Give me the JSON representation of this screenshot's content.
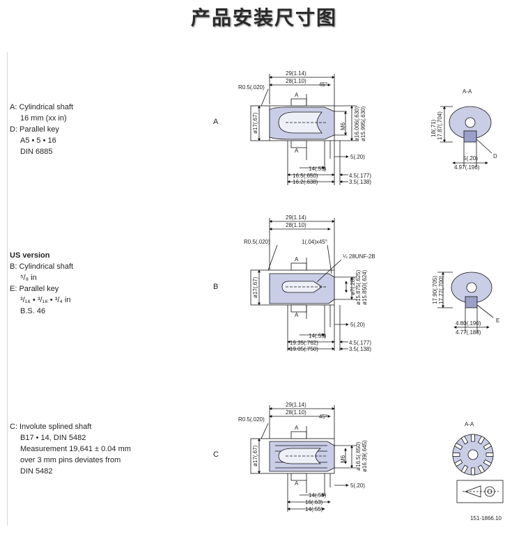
{
  "title": "产品安装尺寸图",
  "sections": [
    {
      "letter": "A",
      "lines": [
        "A: Cylindrical shaft",
        "16 mm (xx in)",
        "D: Parallel key",
        "A5 • 5 • 16",
        "DIN 6885"
      ],
      "dims": {
        "length_top": "29(1.14)",
        "length_bot": "28(1.10)",
        "radius": "R0.5(.020)",
        "chamfer": "45°",
        "section": "A",
        "dia_body": "ø17(.67)",
        "thread": "M6",
        "dia_shaft_1": "ø16.006(.630)",
        "dia_shaft_2": "ø15.995(.630)",
        "d5": "5(.20)",
        "d14": "14(.55)",
        "len1": "16.5(.650)",
        "len2": "16.2(.638)",
        "d45": "4.5(.177)",
        "d35": "3.5(.138)"
      },
      "view": {
        "label": "A-A",
        "h1": "18(.71)",
        "h2": "17.87(.704)",
        "w1": "5(.20)",
        "w2": "4.97(.196)",
        "key": "D"
      }
    },
    {
      "letter": "B",
      "lines": [
        "US version",
        "B: Cylindrical shaft",
        "⁵/₈ in",
        "E: Parallel key",
        "³/₁₆ • ³/₁₆ • ³/₄ in",
        "B.S. 46"
      ],
      "dims": {
        "length_top": "29(1.14)",
        "length_bot": "28(1.10)",
        "radius": "R0.5(.020)",
        "chamfer": "1(.04)x45°",
        "thread": "¼ 28UNF-2B",
        "section": "A",
        "dia_body": "ø17(.67)",
        "dia_inner": "ø7(.28)",
        "dia_shaft_1": "ø15.875(.625)",
        "dia_shaft_2": "ø15.850(.624)",
        "d5": "5(.20)",
        "d14": "14(.55)",
        "len1": "19.35(.762)",
        "len2": "19.05(.750)",
        "d45": "4.5(.177)",
        "d35": "3.5(.138)"
      },
      "view": {
        "h1": "17.90(.705)",
        "h2": "17.77(.700)",
        "w1": "4.80(.190)",
        "w2": "4.77(.188)",
        "key": "E"
      }
    },
    {
      "letter": "C",
      "lines": [
        "C: Involute splined shaft",
        "B17 • 14, DIN 5482",
        "Measurement 19,641 ± 0.04 mm",
        "over 3 mm pins deviates from",
        "DIN 5482"
      ],
      "dims": {
        "length_top": "29(1.14)",
        "length_bot": "28(1.10)",
        "radius": "R0.5(.020)",
        "chamfer": "45°",
        "section": "A",
        "dia_body": "ø17(.67)",
        "thread": "M6",
        "dia_shaft_1": "ø16.5(.650)",
        "dia_shaft_2": "ø16.39(.645)",
        "d5": "5(.20)",
        "d14": "14(.55)",
        "len1": "16(.63)",
        "len2": "14(.55)"
      },
      "view": {
        "label": "A-A"
      }
    }
  ],
  "reference": "151-1866.10",
  "colors": {
    "shaft_fill": "#c9cde6",
    "line": "#111111",
    "title": "#2a2a2a"
  }
}
